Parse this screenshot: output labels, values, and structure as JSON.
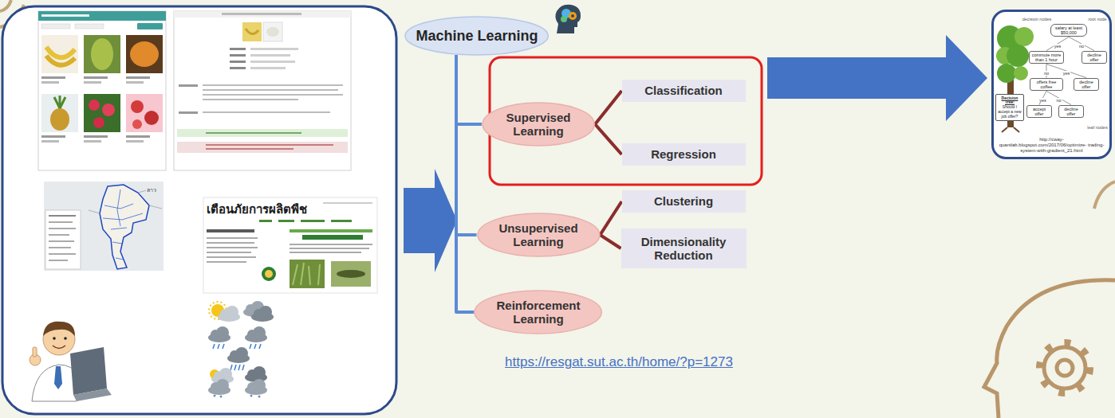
{
  "diagram": {
    "nodes": [
      {
        "text": [
          "Machine Learning"
        ]
      },
      {
        "text": [
          "Supervised Learning"
        ]
      },
      {
        "text": [
          "Classification"
        ]
      },
      {
        "text": [
          "Regression"
        ]
      },
      {
        "text": [
          "Unsupervised Learning"
        ]
      },
      {
        "text": [
          "Clustering"
        ]
      },
      {
        "text": [
          "Dimensionality Reduction"
        ]
      },
      {
        "text": [
          "Reinforcement Learning"
        ]
      },
      {
        "text": [
          "http://cway-quantlab.blogspot.com/2017/06/optimize- trading-system-with-gradient_21.html"
        ]
      },
      {
        "text": [
          "Decision Tree:",
          "Should I accept a new job offer?"
        ],
        "in": 8
      },
      {
        "text": [
          "salary at least $50,000"
        ],
        "in": 8
      },
      {
        "text": [
          "commute more than 1 hour"
        ],
        "in": 8
      },
      {
        "text": [
          "decline offer"
        ],
        "in": 8
      },
      {
        "text": [
          "offers free coffee"
        ],
        "in": 8
      },
      {
        "text": [
          "decline offer"
        ],
        "in": 8
      },
      {
        "text": [
          "accept offer"
        ],
        "in": 8
      },
      {
        "text": [
          "decline offer"
        ],
        "in": 8
      }
    ],
    "edges": [
      {
        "from": 0,
        "to": 1,
        "arrow": "none"
      },
      {
        "from": 0,
        "to": 4,
        "arrow": "none"
      },
      {
        "from": 0,
        "to": 7,
        "arrow": "none"
      },
      {
        "from": 1,
        "to": 2,
        "arrow": "none"
      },
      {
        "from": 1,
        "to": 3,
        "arrow": "none"
      },
      {
        "from": 4,
        "to": 5,
        "arrow": "none"
      },
      {
        "from": 4,
        "to": 6,
        "arrow": "none"
      },
      {
        "from": 10,
        "to": 11,
        "label": "yes",
        "arrow": "none"
      },
      {
        "from": 10,
        "to": 12,
        "label": "no",
        "arrow": "none"
      },
      {
        "from": 11,
        "to": 14,
        "label": "yes",
        "arrow": "none"
      },
      {
        "from": 11,
        "to": 13,
        "label": "no",
        "arrow": "none"
      },
      {
        "from": 13,
        "to": 15,
        "label": "yes",
        "arrow": "none"
      },
      {
        "from": 13,
        "to": 16,
        "label": "no",
        "arrow": "none"
      }
    ],
    "labels": [
      "เตือนภัยการผลิตพืช",
      "ลาว",
      "https://resgat.sut.ac.th/home/?p=1273",
      "decision nodes",
      "root node",
      "leaf nodes"
    ]
  }
}
